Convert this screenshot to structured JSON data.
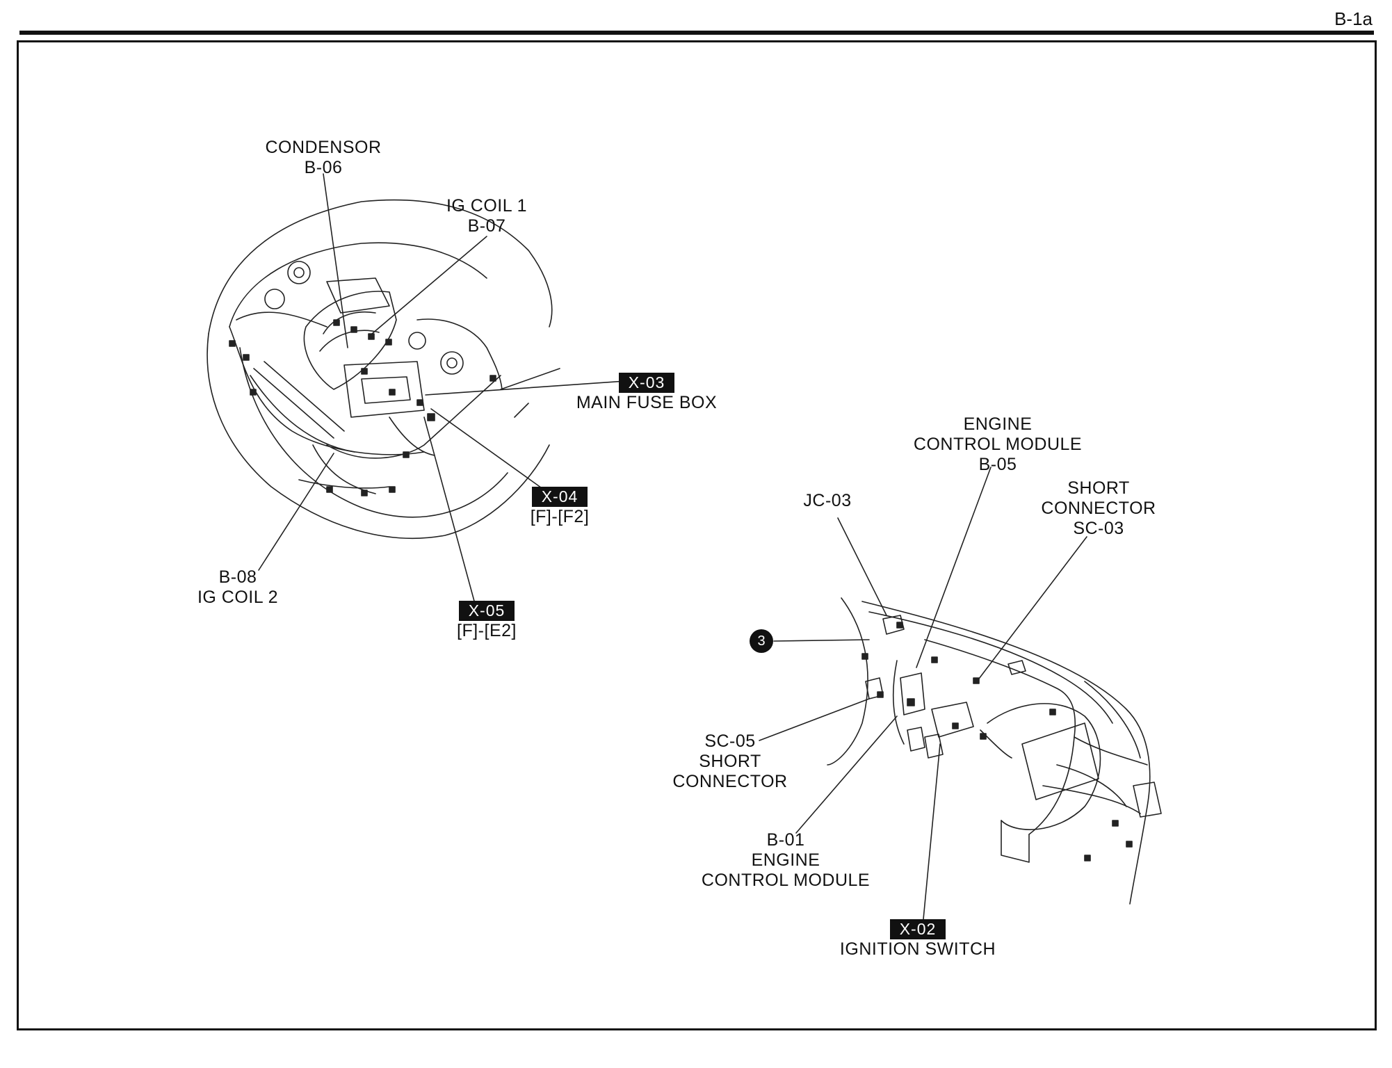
{
  "page": {
    "code": "B-1a"
  },
  "engine_bay": {
    "condensor": {
      "name": "CONDENSOR",
      "code": "B-06"
    },
    "ig_coil_1": {
      "name": "IG COIL 1",
      "code": "B-07"
    },
    "main_fuse_box": {
      "tag": "X-03",
      "name": "MAIN FUSE BOX"
    },
    "x04": {
      "tag": "X-04",
      "location": "[F]-[F2]"
    },
    "x05": {
      "tag": "X-05",
      "location": "[F]-[E2]"
    },
    "ig_coil_2": {
      "code": "B-08",
      "name": "IG COIL 2"
    }
  },
  "dashboard": {
    "ecm_b05": {
      "line1": "ENGINE",
      "line2": "CONTROL MODULE",
      "code": "B-05"
    },
    "short_connector_sc03": {
      "line1": "SHORT",
      "line2": "CONNECTOR",
      "code": "SC-03"
    },
    "jc03": {
      "code": "JC-03"
    },
    "ground_badge": {
      "number": "3"
    },
    "sc05": {
      "code": "SC-05",
      "line1": "SHORT",
      "line2": "CONNECTOR"
    },
    "ecm_b01": {
      "code": "B-01",
      "line1": "ENGINE",
      "line2": "CONTROL MODULE"
    },
    "ignition_switch": {
      "tag": "X-02",
      "name": "IGNITION SWITCH"
    }
  }
}
